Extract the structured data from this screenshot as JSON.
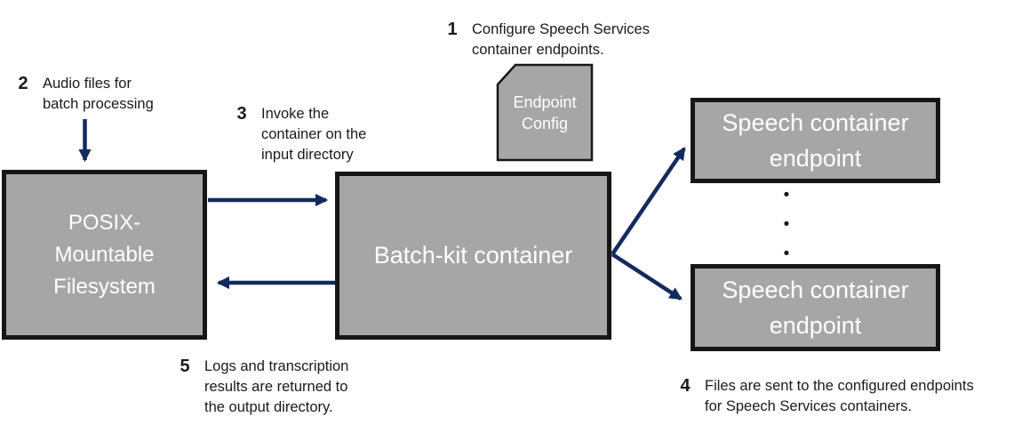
{
  "colors": {
    "background": "#ffffff",
    "box_fill": "#a6a6a6",
    "box_border": "#161616",
    "box_text": "#ffffff",
    "arrow_color": "#122b5f",
    "text_color": "#1a1a1a"
  },
  "boxes": {
    "posix_filesystem": {
      "lines": [
        "POSIX-",
        "Mountable",
        "Filesystem"
      ]
    },
    "batch_kit": {
      "label": "Batch-kit container"
    },
    "speech_endpoint_top": {
      "lines": [
        "Speech container",
        "endpoint"
      ]
    },
    "speech_endpoint_bottom": {
      "lines": [
        "Speech container",
        "endpoint"
      ]
    },
    "endpoint_config": {
      "lines": [
        "Endpoint",
        "Config"
      ]
    }
  },
  "ellipsis": {
    "dot": "•"
  },
  "annotations": [
    {
      "number": "1",
      "lines": [
        "Configure Speech Services",
        "container endpoints."
      ]
    },
    {
      "number": "2",
      "lines": [
        "Audio files for",
        "batch processing"
      ]
    },
    {
      "number": "3",
      "lines": [
        "Invoke the",
        "container on the",
        "input directory"
      ]
    },
    {
      "number": "4",
      "lines": [
        "Files are sent to the configured endpoints",
        "for Speech Services containers."
      ]
    },
    {
      "number": "5",
      "lines": [
        "Logs and transcription",
        "results are returned to",
        "the output directory."
      ]
    }
  ]
}
